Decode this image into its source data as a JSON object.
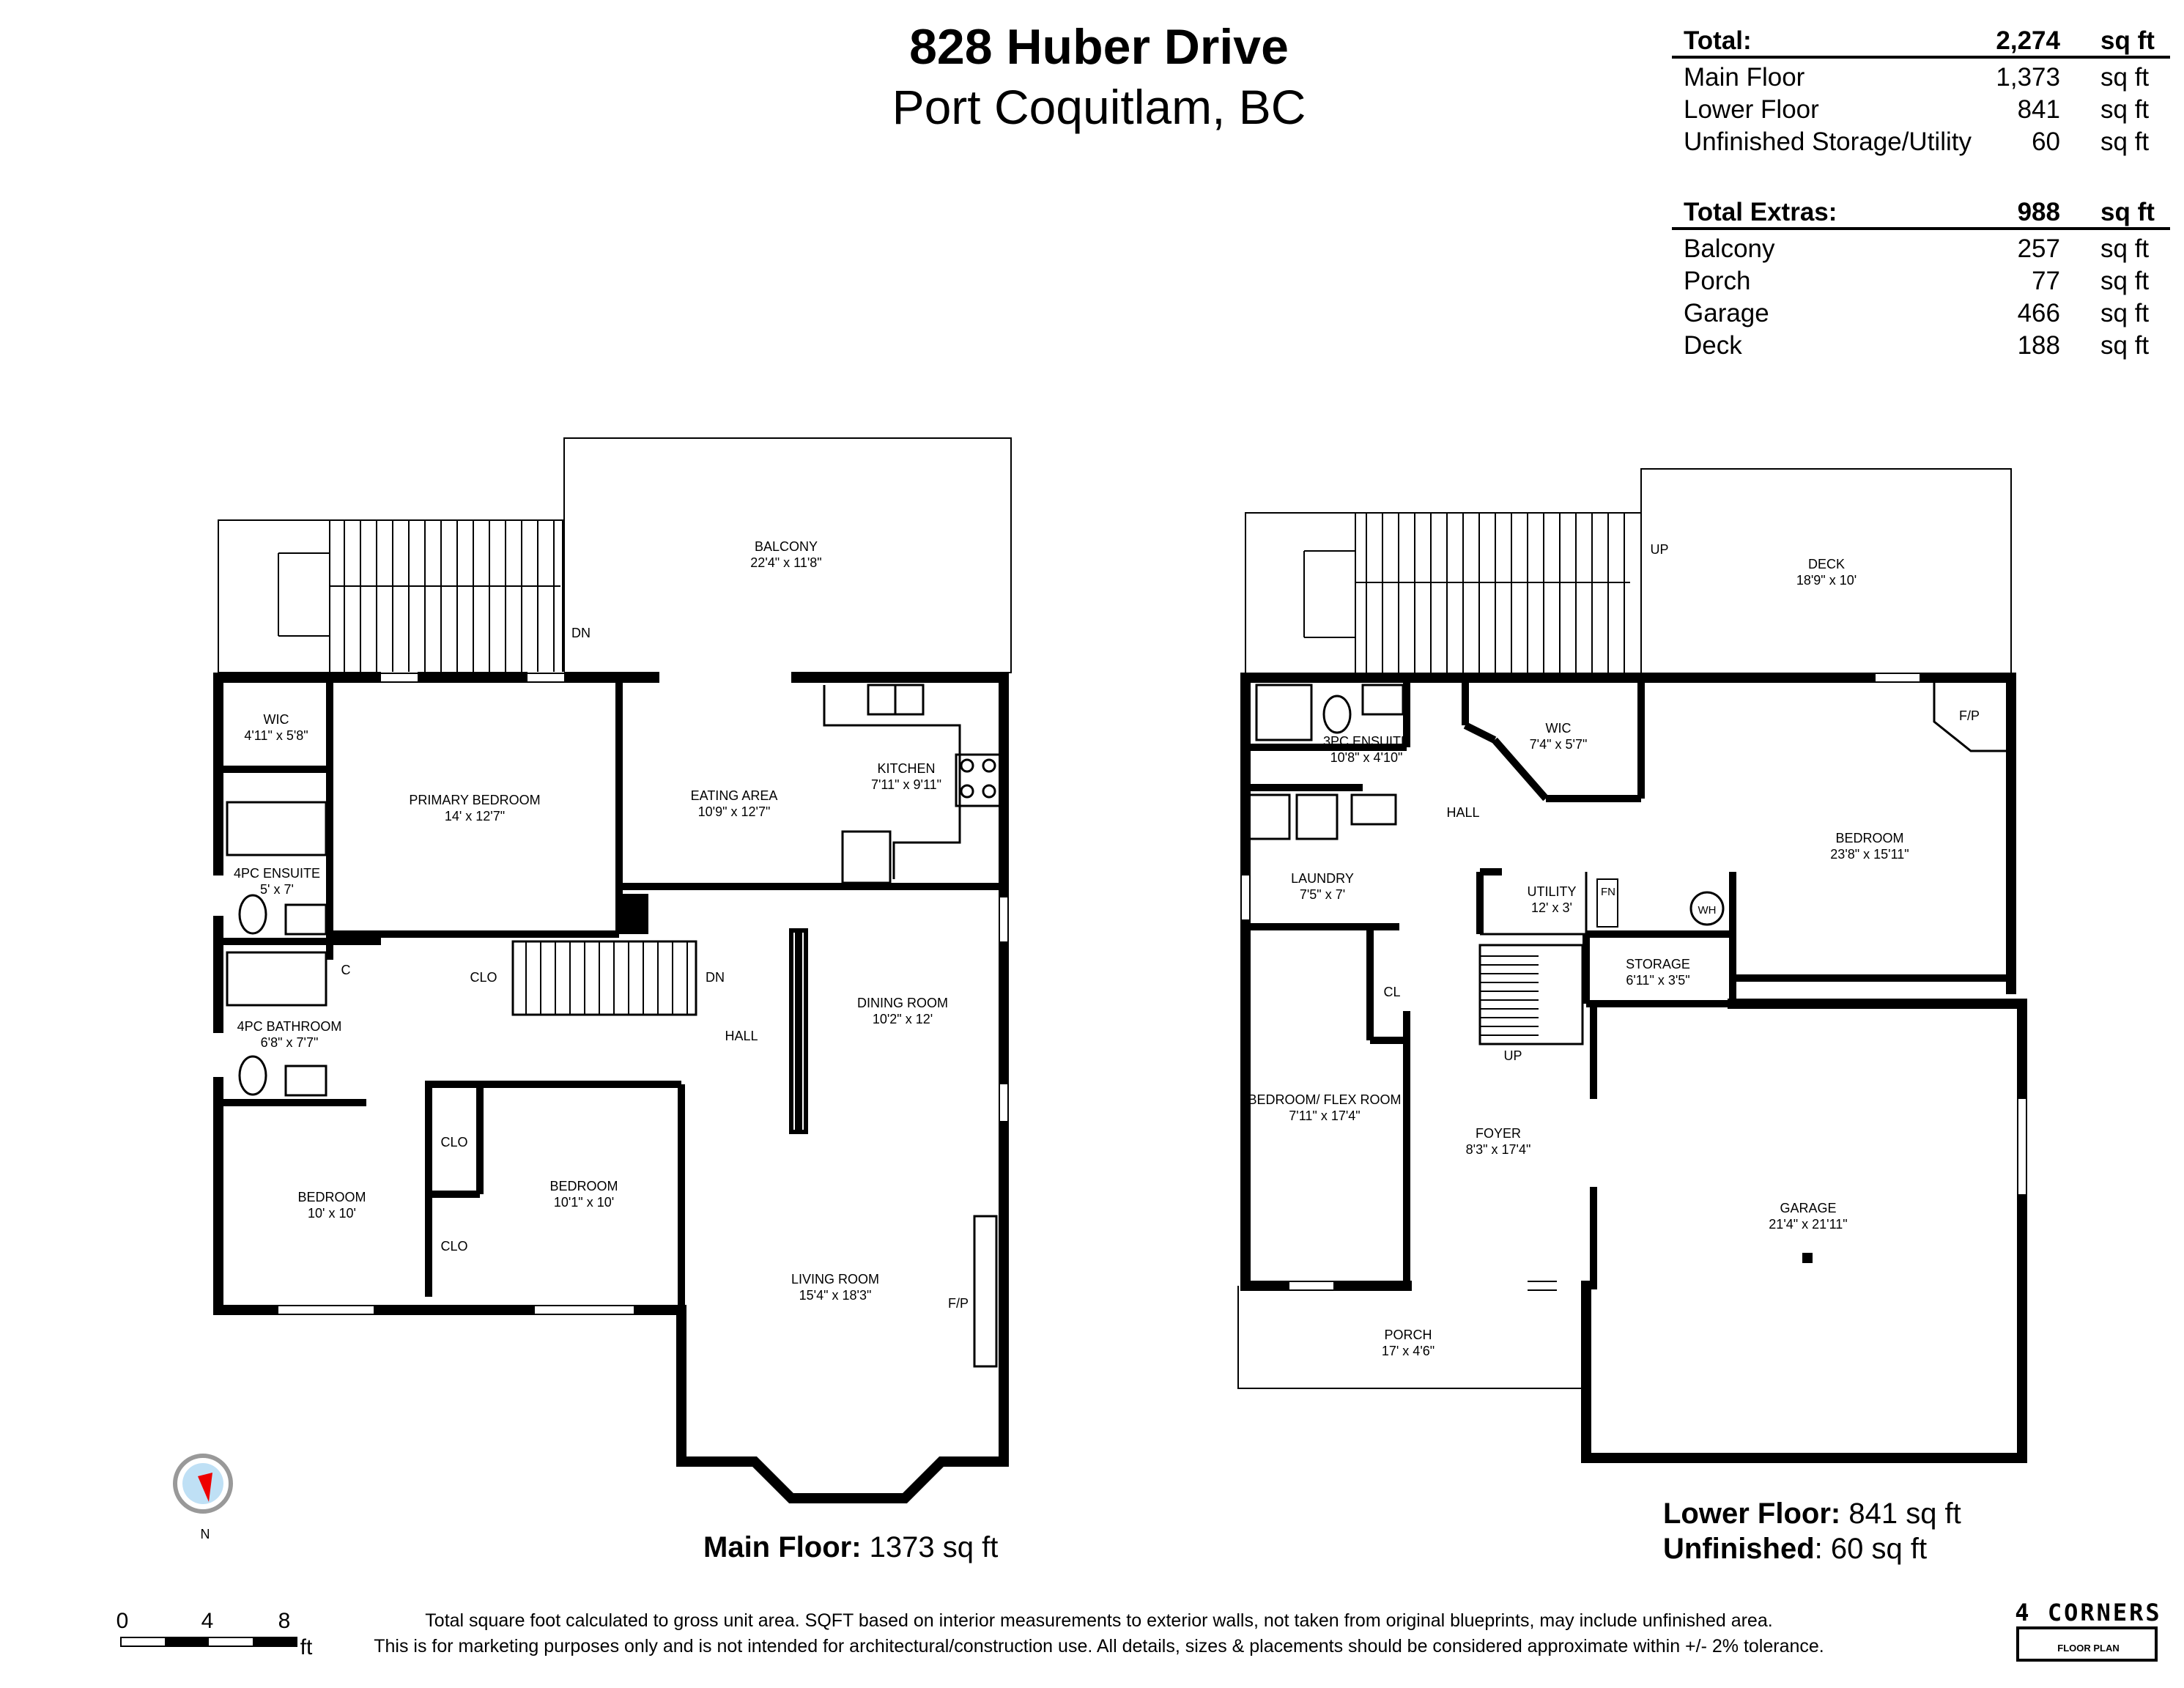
{
  "header": {
    "address_line1": "828 Huber Drive",
    "address_line2": "Port Coquitlam, BC"
  },
  "area_summary": {
    "total": {
      "label": "Total:",
      "value": "2,274",
      "unit": "sq ft"
    },
    "rows": [
      {
        "label": "Main Floor",
        "value": "1,373",
        "unit": "sq ft"
      },
      {
        "label": "Lower Floor",
        "value": "841",
        "unit": "sq ft"
      },
      {
        "label": "Unfinished Storage/Utility",
        "value": "60",
        "unit": "sq ft"
      }
    ],
    "extras_total": {
      "label": "Total Extras:",
      "value": "988",
      "unit": "sq ft"
    },
    "extras": [
      {
        "label": "Balcony",
        "value": "257",
        "unit": "sq ft"
      },
      {
        "label": "Porch",
        "value": "77",
        "unit": "sq ft"
      },
      {
        "label": "Garage",
        "value": "466",
        "unit": "sq ft"
      },
      {
        "label": "Deck",
        "value": "188",
        "unit": "sq ft"
      }
    ]
  },
  "main_floor": {
    "caption_bold": "Main Floor:",
    "caption_value": "1373 sq ft",
    "rooms": {
      "balcony": {
        "name": "BALCONY",
        "dims": "22'4\" x 11'8\""
      },
      "wic": {
        "name": "WIC",
        "dims": "4'11\" x 5'8\""
      },
      "primary_bedroom": {
        "name": "PRIMARY BEDROOM",
        "dims": "14' x 12'7\""
      },
      "eating_area": {
        "name": "EATING AREA",
        "dims": "10'9\" x 12'7\""
      },
      "kitchen": {
        "name": "KITCHEN",
        "dims": "7'11\" x 9'11\""
      },
      "ensuite": {
        "name": "4PC ENSUITE",
        "dims": "5' x 7'"
      },
      "bathroom": {
        "name": "4PC BATHROOM",
        "dims": "6'8\" x 7'7\""
      },
      "dining_room": {
        "name": "DINING ROOM",
        "dims": "10'2\" x 12'"
      },
      "bedroom_1": {
        "name": "BEDROOM",
        "dims": "10' x 10'"
      },
      "bedroom_2": {
        "name": "BEDROOM",
        "dims": "10'1\" x 10'"
      },
      "living_room": {
        "name": "LIVING ROOM",
        "dims": "15'4\" x 18'3\""
      }
    },
    "labels": {
      "hall": "HALL",
      "dn_stair": "DN",
      "dn_deck": "DN",
      "clo_hall": "CLO",
      "c": "C",
      "clo_top": "CLO",
      "clo_bottom": "CLO",
      "fp": "F/P"
    }
  },
  "lower_floor": {
    "caption_bold": "Lower Floor:",
    "caption_value": "841 sq ft",
    "caption2_bold": "Unfinished",
    "caption2_value": ": 60 sq ft",
    "rooms": {
      "deck": {
        "name": "DECK",
        "dims": "18'9\" x 10'"
      },
      "ensuite": {
        "name": "3PC ENSUITE",
        "dims": "10'8\" x 4'10\""
      },
      "wic": {
        "name": "WIC",
        "dims": "7'4\" x 5'7\""
      },
      "bedroom": {
        "name": "BEDROOM",
        "dims": "23'8\" x 15'11\""
      },
      "laundry": {
        "name": "LAUNDRY",
        "dims": "7'5\" x 7'"
      },
      "utility": {
        "name": "UTILITY",
        "dims": "12' x 3'"
      },
      "storage": {
        "name": "STORAGE",
        "dims": "6'11\" x 3'5\""
      },
      "flex_room": {
        "name": "BEDROOM/ FLEX ROOM",
        "dims": "7'11\" x 17'4\""
      },
      "foyer": {
        "name": "FOYER",
        "dims": "8'3\" x 17'4\""
      },
      "garage": {
        "name": "GARAGE",
        "dims": "21'4\" x 21'11\""
      },
      "porch": {
        "name": "PORCH",
        "dims": "17' x 4'6\""
      }
    },
    "labels": {
      "hall": "HALL",
      "up_deck": "UP",
      "up_stair": "UP",
      "cl": "CL",
      "fn": "FN",
      "wh": "WH",
      "fp": "F/P"
    }
  },
  "compass": {
    "north_label": "N"
  },
  "scale_bar": {
    "ticks": [
      "0",
      "4",
      "8"
    ],
    "unit": "ft"
  },
  "disclaimer": {
    "line1": "Total square foot calculated to gross unit area. SQFT based on interior measurements to exterior walls, not taken from original blueprints, may include unfinished area.",
    "line2": "This is for marketing purposes only and is not intended for architectural/construction use.  All details, sizes & placements should be considered approximate within +/- 2%  tolerance."
  },
  "logo": {
    "name": "4 CORNERS",
    "sub": "FLOOR PLAN"
  }
}
